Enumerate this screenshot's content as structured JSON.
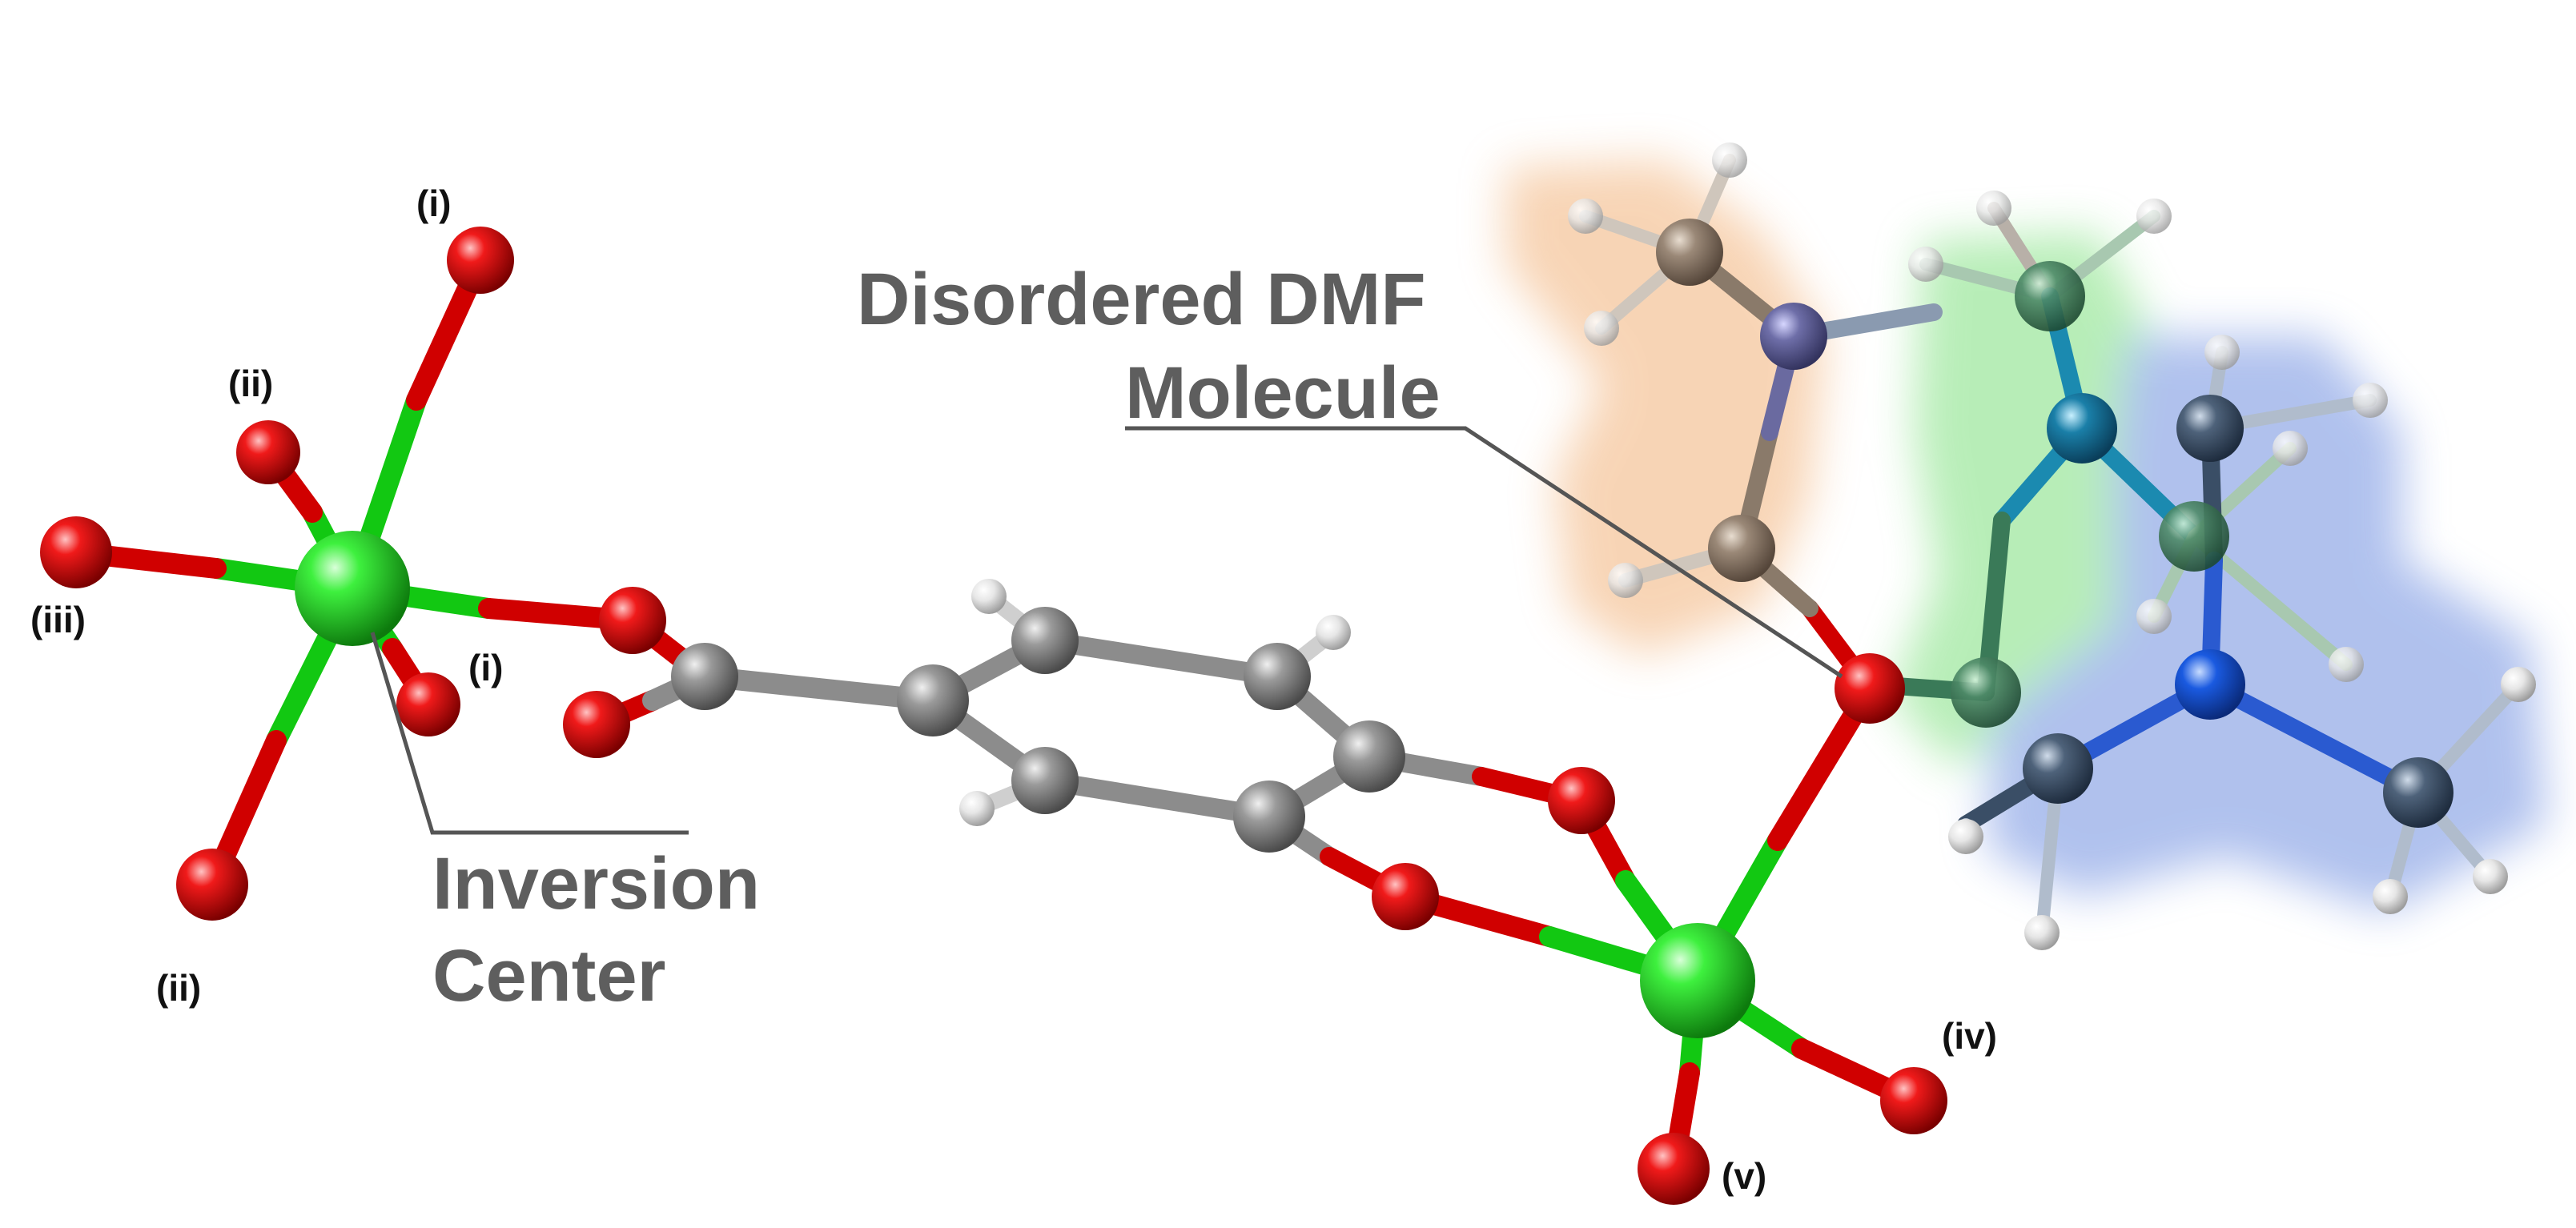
{
  "labels": {
    "dmf_line1": "Disordered DMF",
    "dmf_line2": "Molecule",
    "inversion_line1": "Inversion",
    "inversion_line2": "Center"
  },
  "symmetry_labels": {
    "top_left_i": "(i)",
    "upper_ii": "(ii)",
    "left_iii": "(iii)",
    "inner_i": "(i)",
    "lower_ii": "(ii)",
    "right_iv": "(iv)",
    "bottom_v": "(v)"
  },
  "atom_colors": {
    "metal": "#22d622",
    "oxygen": "#e00000",
    "carbon": "#8c8c8c",
    "hydrogen": "#e8e8e8",
    "dmf_orange_glow": "#f2b27a",
    "dmf_green_glow": "#7ee07e",
    "dmf_blue_glow": "#6f8fe0"
  }
}
